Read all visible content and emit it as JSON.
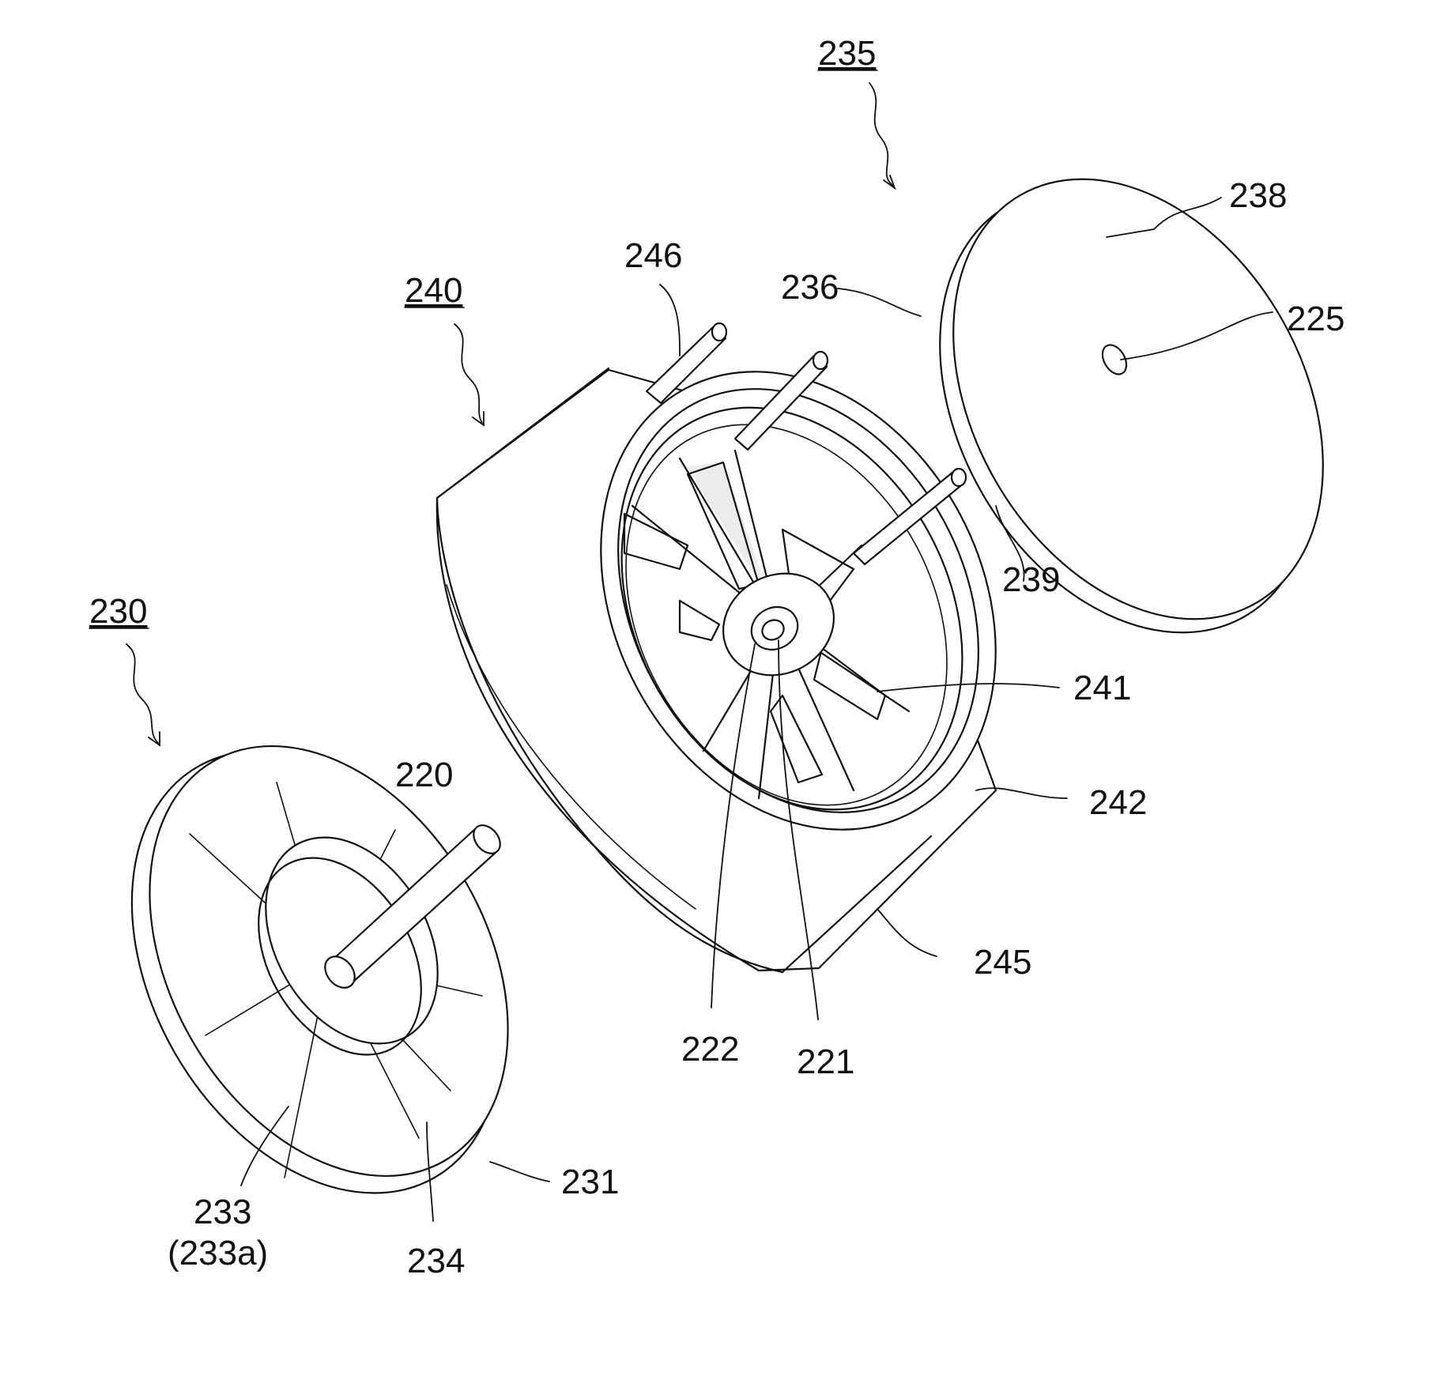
{
  "labels": {
    "n235": "235",
    "n238": "238",
    "n236": "236",
    "n225": "225",
    "n246": "246",
    "n240": "240",
    "n239": "239",
    "n230": "230",
    "n241": "241",
    "n220": "220",
    "n242": "242",
    "n245": "245",
    "n222": "222",
    "n221": "221",
    "n231": "231",
    "n233": "233",
    "n233a": "(233a)",
    "n234": "234"
  }
}
